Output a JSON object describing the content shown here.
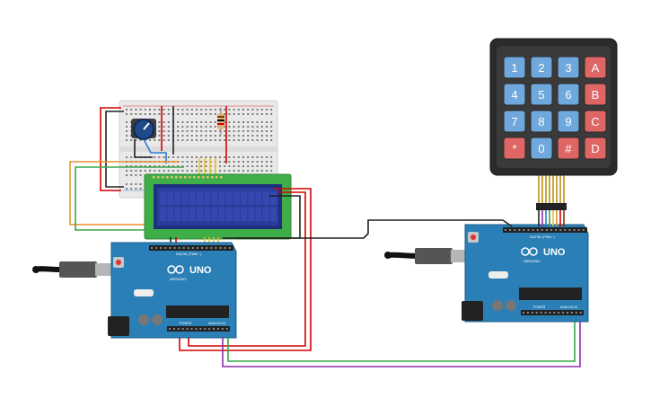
{
  "keypad": {
    "keys": [
      {
        "label": "1",
        "color": "#6fa8dc"
      },
      {
        "label": "2",
        "color": "#6fa8dc"
      },
      {
        "label": "3",
        "color": "#6fa8dc"
      },
      {
        "label": "A",
        "color": "#e06666"
      },
      {
        "label": "4",
        "color": "#6fa8dc"
      },
      {
        "label": "5",
        "color": "#6fa8dc"
      },
      {
        "label": "6",
        "color": "#6fa8dc"
      },
      {
        "label": "B",
        "color": "#e06666"
      },
      {
        "label": "7",
        "color": "#6fa8dc"
      },
      {
        "label": "8",
        "color": "#6fa8dc"
      },
      {
        "label": "9",
        "color": "#6fa8dc"
      },
      {
        "label": "C",
        "color": "#e06666"
      },
      {
        "label": "*",
        "color": "#e06666"
      },
      {
        "label": "0",
        "color": "#6fa8dc"
      },
      {
        "label": "#",
        "color": "#e06666"
      },
      {
        "label": "D",
        "color": "#e06666"
      }
    ]
  },
  "arduino_left": {
    "brand": "ARDUINO",
    "model": "UNO",
    "digital_label": "DIGITAL (PWM ~)",
    "power_label": "POWER",
    "analog_label": "ANALOG IN"
  },
  "arduino_right": {
    "brand": "ARDUINO",
    "model": "UNO",
    "digital_label": "DIGITAL (PWM ~)",
    "power_label": "POWER",
    "analog_label": "ANALOG IN"
  },
  "colors": {
    "arduino_board": "#2a7fb6",
    "lcd_frame": "#3fae49",
    "lcd_screen": "#2b3d9c",
    "breadboard": "#e9e9e9",
    "wire_red": "#d40000",
    "wire_black": "#222222",
    "wire_green": "#3aa64a",
    "wire_purple": "#8a2fa8",
    "wire_orange": "#e8922a",
    "wire_blue": "#2b7bd6",
    "keypad_body": "#2b2b2b"
  }
}
